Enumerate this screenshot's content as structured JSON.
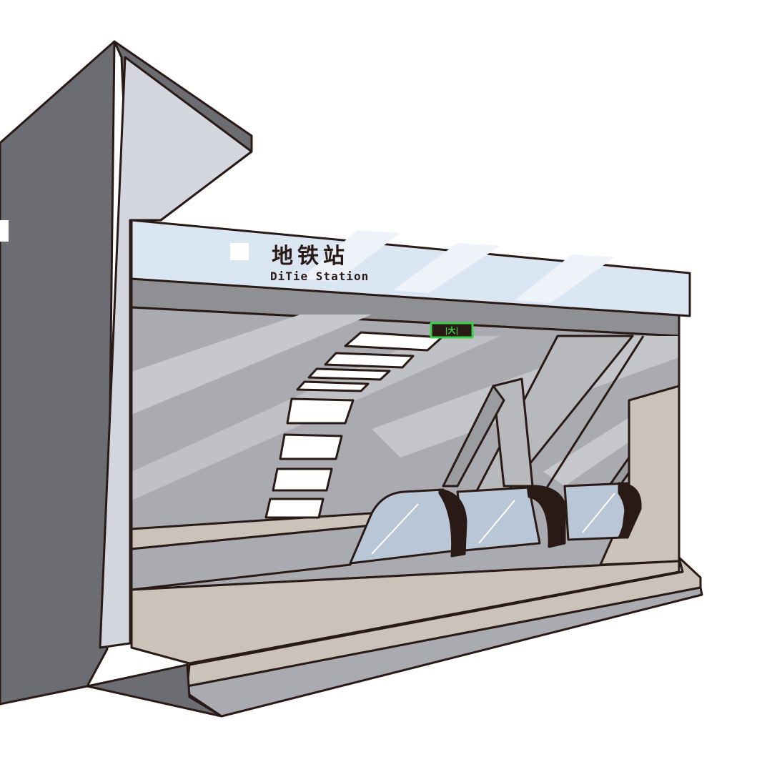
{
  "sign": {
    "chinese": "地铁站",
    "english": "DiTie Station"
  },
  "exit_sign": {
    "text": "|大|"
  },
  "colors": {
    "outline": "#2a1a16",
    "wall_dark": "#6b6d72",
    "wall_light": "#d3d6de",
    "sign_panel": "#dbe6f3",
    "interior_gray": "#a9abb0",
    "floor": "#cbc3ba",
    "glass": "#b9c6d6",
    "exit_green": "#3ad04a"
  }
}
